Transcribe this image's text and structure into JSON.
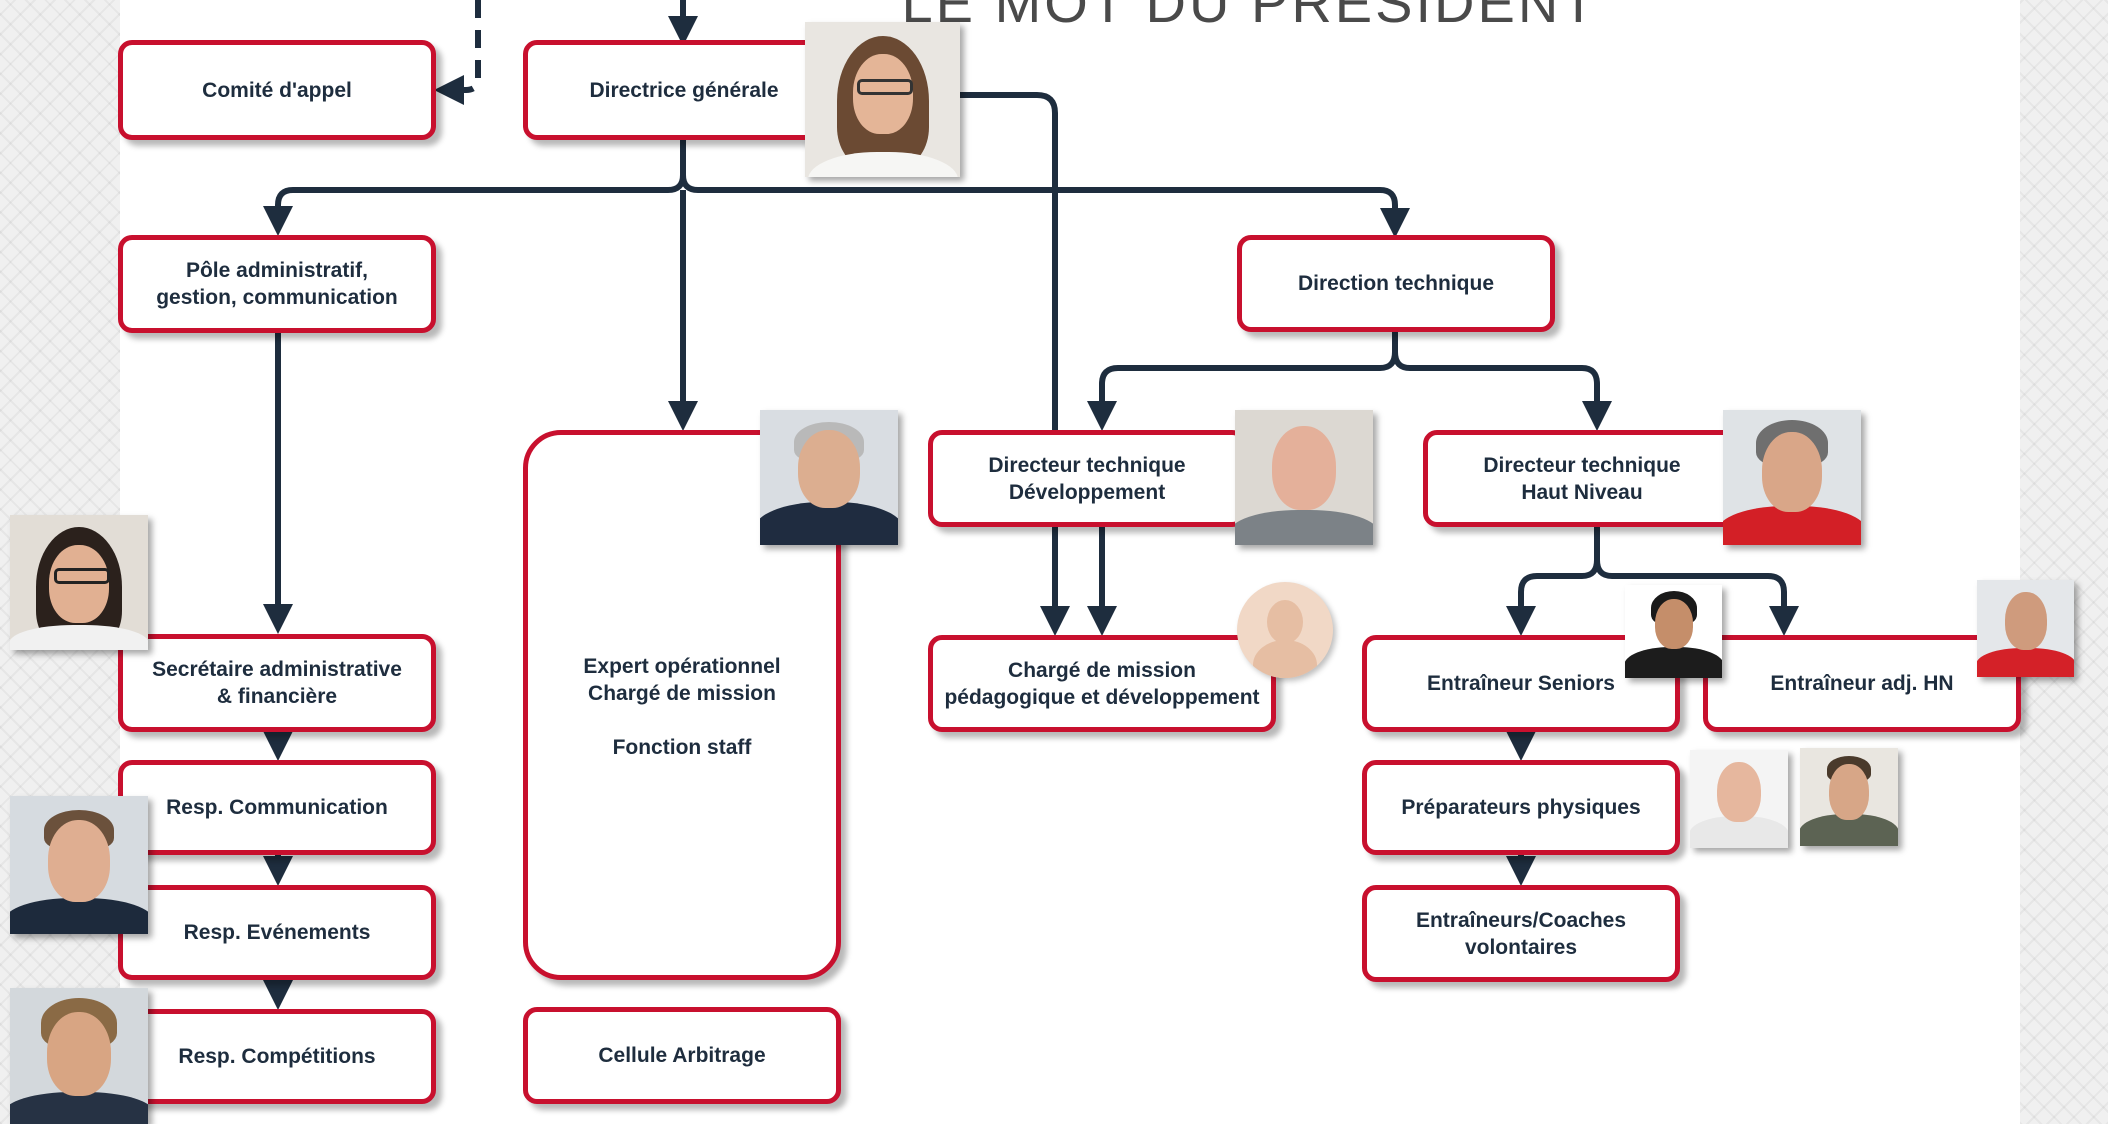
{
  "page": {
    "heading": "LE MOT DU PRESIDENT"
  },
  "colors": {
    "box_border": "#c8102e",
    "connector": "#1e2d3e",
    "text": "#1e2d3e"
  },
  "org": {
    "comite_appel": "Comité d'appel",
    "directrice_generale": "Directrice générale",
    "pole_admin": "Pôle administratif,\ngestion, communication",
    "direction_technique": "Direction technique",
    "secretaire": "Secrétaire administrative\n& financière",
    "resp_communication": "Resp. Communication",
    "resp_evenements": "Resp. Evénements",
    "resp_competitions": "Resp. Compétitions",
    "expert_operationnel": "Expert opérationnel\nChargé de mission\n\nFonction staff",
    "cellule_arbitrage": "Cellule Arbitrage",
    "dt_developpement": "Directeur technique\nDéveloppement",
    "dt_haut_niveau": "Directeur technique\nHaut Niveau",
    "charge_mission_peda": "Chargé de mission\npédagogique et développement",
    "entraineur_seniors": "Entraîneur Seniors",
    "entraineur_adj_hn": "Entraîneur adj. HN",
    "preparateurs": "Préparateurs physiques",
    "entraineurs_coaches": "Entraîneurs/Coaches\nvolontaires"
  }
}
